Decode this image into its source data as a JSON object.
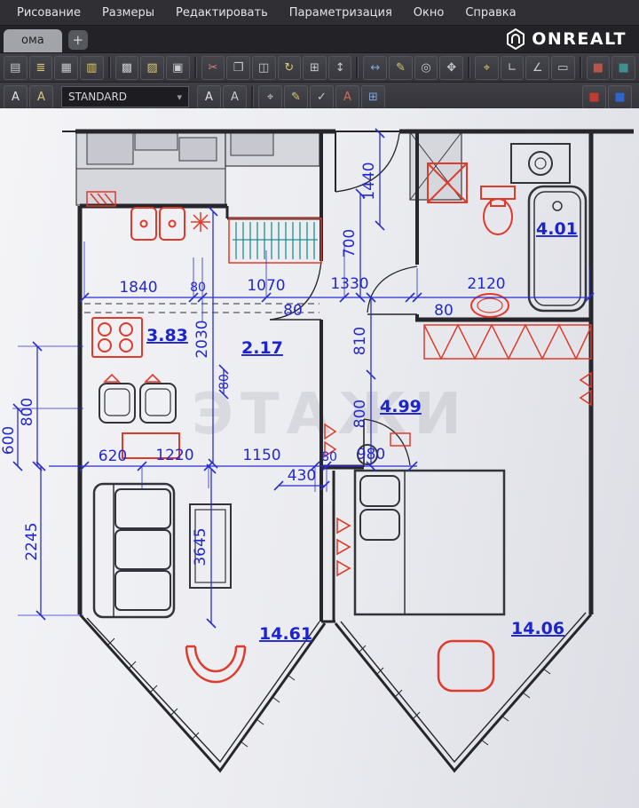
{
  "menubar": {
    "items": [
      {
        "name": "menu-drawing",
        "text": "Рисование"
      },
      {
        "name": "menu-dimensions",
        "text": "Размеры"
      },
      {
        "name": "menu-modify",
        "text": "Редактировать"
      },
      {
        "name": "menu-parametric",
        "text": "Параметризация"
      },
      {
        "name": "menu-window",
        "text": "Окно"
      },
      {
        "name": "menu-help",
        "text": "Справка"
      }
    ]
  },
  "tabbar": {
    "tab_label": "ома",
    "add_label": "+",
    "brand": "ONREALT"
  },
  "toolbar1": {
    "icons": [
      {
        "name": "properties-icon",
        "text": "▤",
        "color": "#c8c9cf"
      },
      {
        "name": "layers-icon",
        "text": "≣",
        "color": "#d9c878"
      },
      {
        "name": "layer-states-icon",
        "text": "▦",
        "color": "#c8c9cf"
      },
      {
        "name": "linetype-icon",
        "text": "▥",
        "color": "#d9c878"
      },
      {
        "name": "sep"
      },
      {
        "name": "hatch-icon",
        "text": "▩",
        "color": "#c8c9cf"
      },
      {
        "name": "gradient-icon",
        "text": "▨",
        "color": "#d9c878"
      },
      {
        "name": "boundary-icon",
        "text": "▣",
        "color": "#c8c9cf"
      },
      {
        "name": "sep"
      },
      {
        "name": "erase-icon",
        "text": "✂",
        "color": "#d08a7a"
      },
      {
        "name": "copy-icon",
        "text": "❐",
        "color": "#c8c9cf"
      },
      {
        "name": "mirror-icon",
        "text": "◫",
        "color": "#c8c9cf"
      },
      {
        "name": "rotate-icon",
        "text": "↻",
        "color": "#d9c878"
      },
      {
        "name": "array-icon",
        "text": "⊞",
        "color": "#c8c9cf"
      },
      {
        "name": "stretch-icon",
        "text": "↕",
        "color": "#c8c9cf"
      },
      {
        "name": "sep"
      },
      {
        "name": "dimension-icon",
        "text": "↔",
        "color": "#7fa7d9"
      },
      {
        "name": "text-icon",
        "text": "✎",
        "color": "#d9c878"
      },
      {
        "name": "zoom-icon",
        "text": "◎",
        "color": "#c8c9cf"
      },
      {
        "name": "pan-icon",
        "text": "✥",
        "color": "#c8c9cf"
      },
      {
        "name": "sep"
      },
      {
        "name": "osnap-icon",
        "text": "⌖",
        "color": "#d9c878"
      },
      {
        "name": "ortho-icon",
        "text": "∟",
        "color": "#c8c9cf"
      },
      {
        "name": "polar-icon",
        "text": "∠",
        "color": "#c8c9cf"
      },
      {
        "name": "plot-icon",
        "text": "▭",
        "color": "#c8c9cf"
      },
      {
        "name": "sep"
      },
      {
        "name": "render-icon",
        "text": "■",
        "color": "#b8554a"
      },
      {
        "name": "view-icon",
        "text": "■",
        "color": "#3f8f8f"
      }
    ]
  },
  "toolbar2": {
    "left_icons": [
      {
        "name": "text-style-icon",
        "text": "A",
        "color": "#e2e2e6"
      },
      {
        "name": "annotation-icon",
        "text": "A",
        "color": "#d9c878"
      }
    ],
    "combo_value": "STANDARD",
    "combo_arrow": "▾",
    "mid_icons": [
      {
        "name": "single-text-icon",
        "text": "A",
        "color": "#e2e2e6"
      },
      {
        "name": "mtext-icon",
        "text": "A",
        "color": "#c8c9cf"
      },
      {
        "name": "sep"
      },
      {
        "name": "select-icon",
        "text": "⌖",
        "color": "#c8c9cf"
      },
      {
        "name": "brush-icon",
        "text": "✎",
        "color": "#d9c878"
      },
      {
        "name": "spellcheck-icon",
        "text": "✓",
        "color": "#c8c9cf"
      },
      {
        "name": "edit-text-icon",
        "text": "A",
        "color": "#d0695a"
      },
      {
        "name": "scale-text-icon",
        "text": "⊞",
        "color": "#7fa7d9"
      }
    ],
    "right_icons": [
      {
        "name": "red-chip-icon",
        "text": "■",
        "color": "#c23b2e"
      },
      {
        "name": "blue-chip-icon",
        "text": "■",
        "color": "#2f66c9"
      }
    ]
  },
  "plan": {
    "watermark": "ЭТАЖИ",
    "dims": {
      "w1840": "1840",
      "w80a": "80",
      "w1070": "1070",
      "w1330": "1330",
      "w2120": "2120",
      "w80b": "80",
      "w80c": "80",
      "h1440": "1440",
      "h700": "700",
      "h2030": "2030",
      "h80": "80",
      "h810": "810",
      "h800": "800",
      "l800": "800",
      "l600": "600",
      "l2245": "2245",
      "m620": "620",
      "m1220": "1220",
      "m1150": "1150",
      "m80": "80",
      "m980": "980",
      "m430": "430",
      "h3645": "3645"
    },
    "areas": {
      "kitchen": "3.83",
      "closet": "2.17",
      "hall": "4.99",
      "bath": "4.01",
      "living": "14.61",
      "bedroom": "14.06"
    }
  }
}
